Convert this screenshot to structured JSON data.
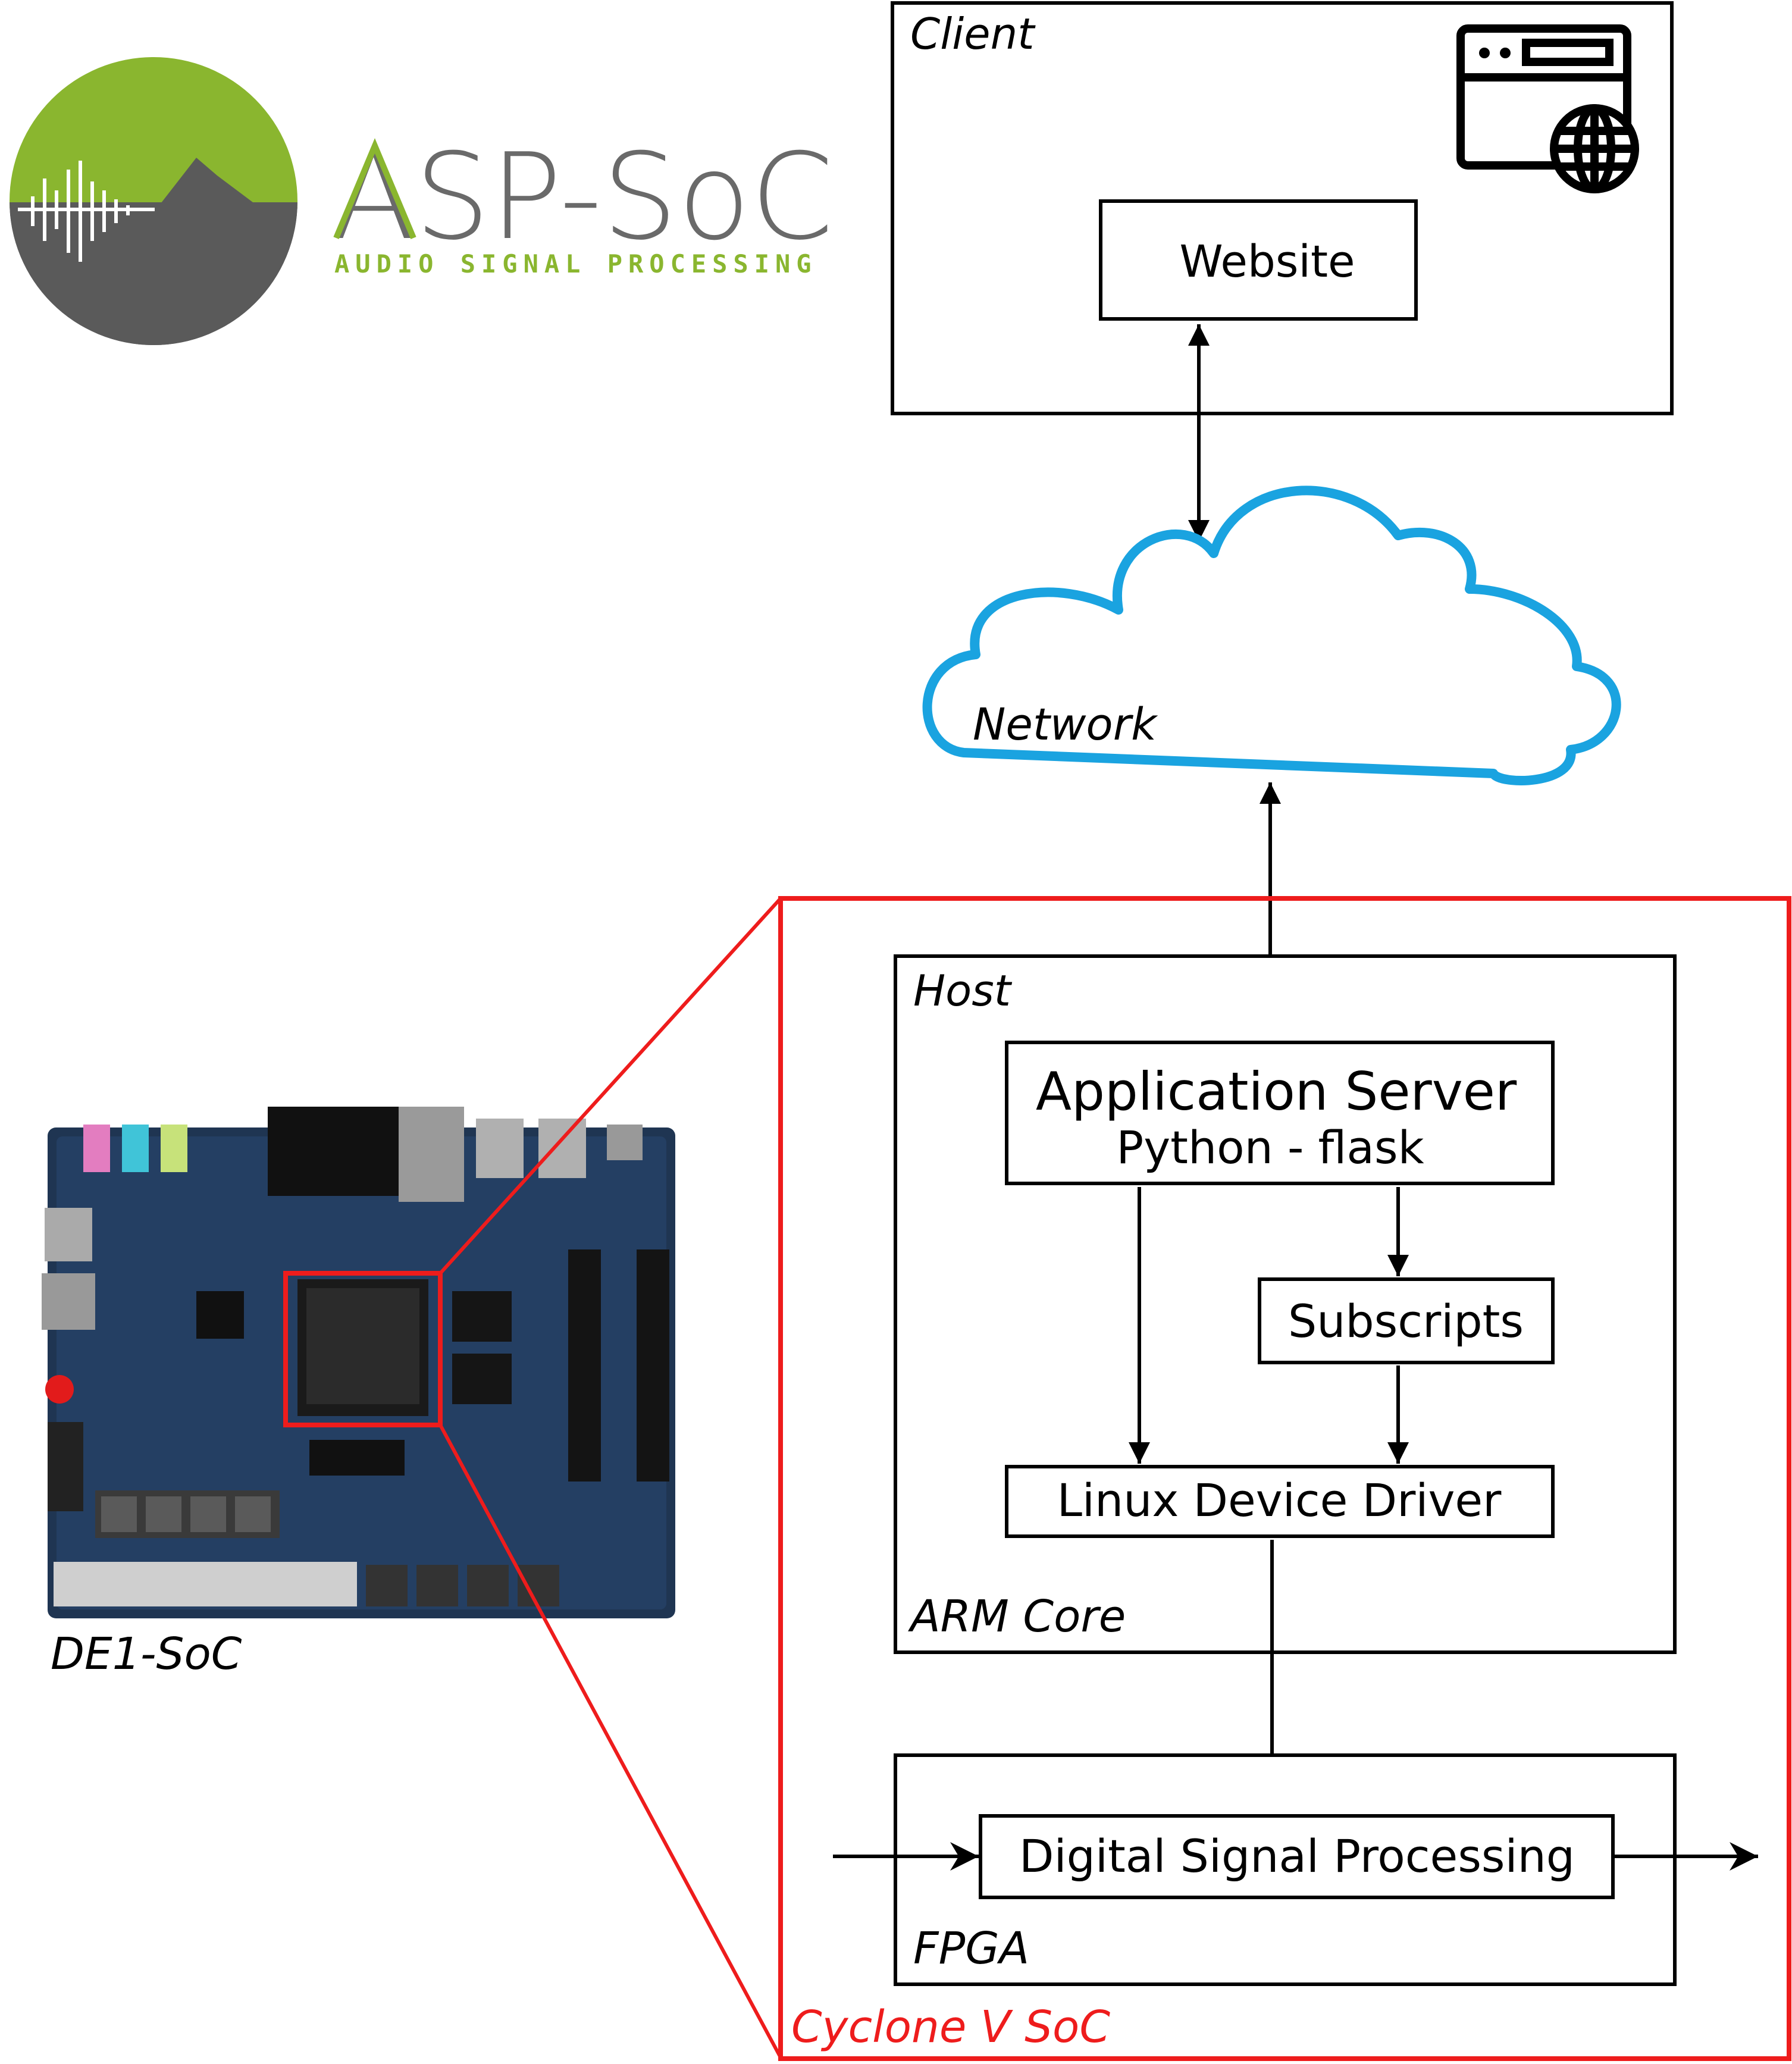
{
  "logo": {
    "title": "ASP-SoC",
    "subtitle": "AUDIO SIGNAL PROCESSING",
    "accent_color": "#8ab62f",
    "dark_color": "#5a5a5a"
  },
  "client": {
    "label": "Client",
    "website_label": "Website",
    "icon": "browser-globe-icon"
  },
  "network": {
    "label": "Network",
    "color": "#1aa3e0"
  },
  "board": {
    "label": "DE1-SoC"
  },
  "soc": {
    "label": "Cyclone V SoC",
    "color": "#ee1c1c"
  },
  "host": {
    "label": "Host",
    "footer_label": "ARM Core",
    "app_server": {
      "line1": "Application Server",
      "line2": "Python - flask"
    },
    "subscripts_label": "Subscripts",
    "driver_label": "Linux Device Driver"
  },
  "fpga": {
    "label": "FPGA",
    "dsp_label": "Digital Signal Processing"
  }
}
